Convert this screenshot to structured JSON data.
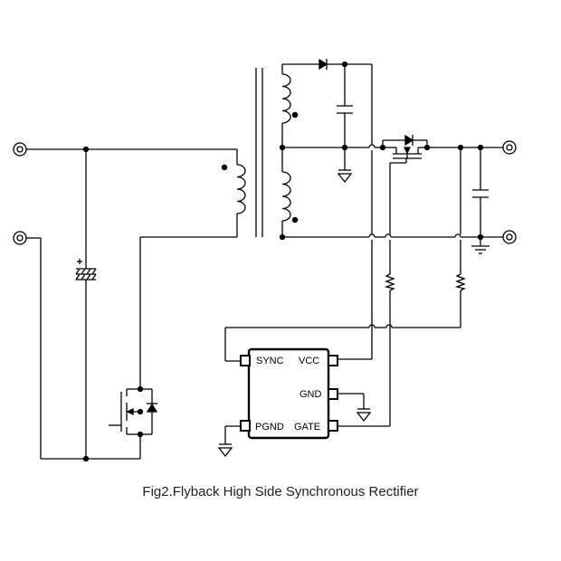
{
  "caption": "Fig2.Flyback High Side Synchronous Rectifier",
  "ic": {
    "pins": {
      "sync": "SYNC",
      "vcc": "VCC",
      "gnd": "GND",
      "pgnd": "PGND",
      "gate": "GATE"
    }
  },
  "colors": {
    "line": "#000000",
    "background": "#ffffff"
  },
  "icons": [
    "input-terminal",
    "output-terminal",
    "capacitor",
    "polarized-capacitor",
    "transformer",
    "diode",
    "mosfet",
    "resistor",
    "ground"
  ]
}
